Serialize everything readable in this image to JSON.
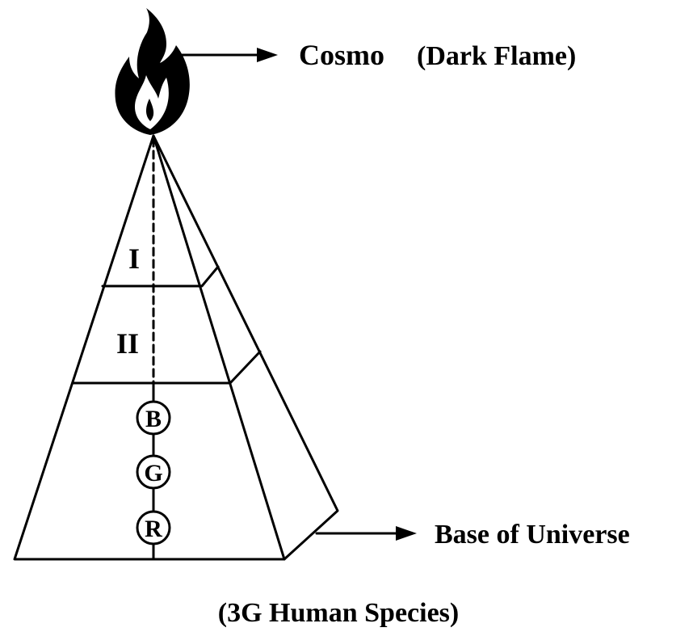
{
  "labels": {
    "cosmo": "Cosmo",
    "dark_flame": "(Dark Flame)",
    "base": "Base of Universe",
    "caption": "(3G Human Species)",
    "level_1": "I",
    "level_2": "II",
    "node_b": "B",
    "node_g": "G",
    "node_r": "R"
  },
  "colors": {
    "ink": "#000000",
    "background": "#ffffff"
  },
  "icons": {
    "flame": "flame-icon",
    "arrow": "arrow-right-icon"
  }
}
